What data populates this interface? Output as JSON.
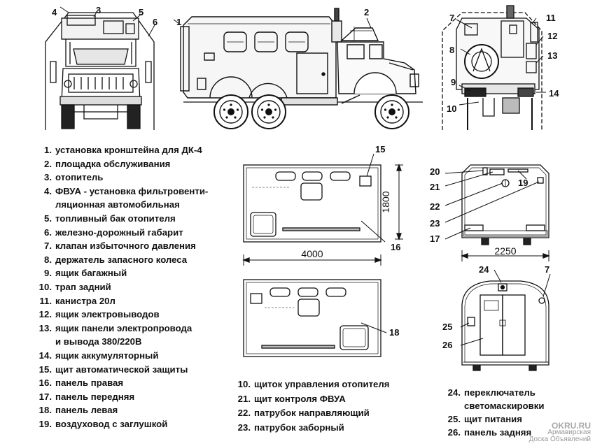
{
  "legend_left": [
    {
      "num": "1.",
      "text": "установка кронштейна для ДК-4"
    },
    {
      "num": "2.",
      "text": "площадка обслуживания"
    },
    {
      "num": "3.",
      "text": "отопитель"
    },
    {
      "num": "4.",
      "text": "ФВУА - установка фильтровенти-",
      "cont": "ляционная автомобильная"
    },
    {
      "num": "5.",
      "text": "топливный бак отопителя"
    },
    {
      "num": "6.",
      "text": "железно-дорожный габарит"
    },
    {
      "num": "7.",
      "text": "клапан избыточного давления"
    },
    {
      "num": "8.",
      "text": "держатель запасного колеса"
    },
    {
      "num": "9.",
      "text": "ящик багажный"
    },
    {
      "num": "10.",
      "text": "трап задний"
    },
    {
      "num": "11.",
      "text": "канистра 20л"
    },
    {
      "num": "12.",
      "text": "ящик электровыводов"
    },
    {
      "num": "13.",
      "text": "ящик панели электропровода",
      "cont": "и вывода 380/220В"
    },
    {
      "num": "14.",
      "text": "ящик аккумуляторный"
    },
    {
      "num": "15.",
      "text": "щит автоматической защиты"
    },
    {
      "num": "16.",
      "text": "панель правая"
    },
    {
      "num": "17.",
      "text": "панель передняя"
    },
    {
      "num": "18.",
      "text": "панель левая"
    },
    {
      "num": "19.",
      "text": "воздуховод с заглушкой"
    }
  ],
  "legend_middle": [
    {
      "num": "10.",
      "text": "щиток управления отопителя"
    },
    {
      "num": "21.",
      "text": "щит контроля ФВУА"
    },
    {
      "num": "22.",
      "text": "патрубок направляющий"
    },
    {
      "num": "23.",
      "text": "патрубок заборный"
    }
  ],
  "legend_right": [
    {
      "num": "24.",
      "text": "переключатель",
      "cont": "светомаскировки"
    },
    {
      "num": "25.",
      "text": "щит питания"
    },
    {
      "num": "26.",
      "text": "панель задняя"
    }
  ],
  "callouts": {
    "front": [
      "4",
      "3",
      "5",
      "6"
    ],
    "side": [
      "1",
      "2"
    ],
    "rear": [
      "7",
      "8",
      "9",
      "10",
      "11",
      "12",
      "13",
      "14"
    ],
    "plan_right": [
      "15",
      "16"
    ],
    "plan_front": [
      "20",
      "21",
      "19",
      "22",
      "23",
      "17"
    ],
    "plan_left": [
      "18"
    ],
    "plan_rear": [
      "24",
      "7",
      "25",
      "26"
    ]
  },
  "dimensions": {
    "length": "4000",
    "height": "1800",
    "width": "2250"
  },
  "watermark": {
    "line1": "OKRU.RU",
    "line2": "Армавирская",
    "line3": "Доска Объявлений"
  }
}
